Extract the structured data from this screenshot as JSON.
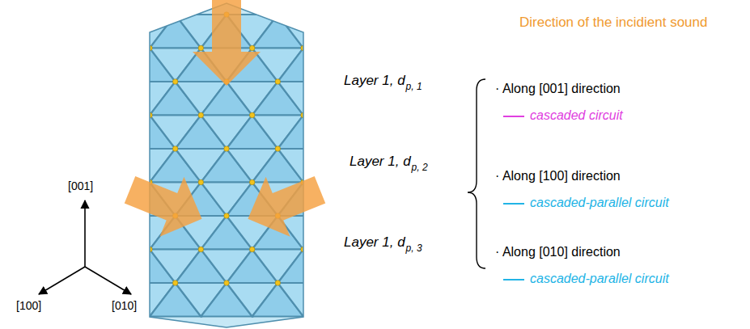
{
  "diagram": {
    "labels": [
      "Direction of the incidient sound",
      "Layer 1, d",
      "p, 1",
      "Layer 1, d",
      "p, 2",
      "Layer 1, d",
      "p, 3",
      "· Along [001] direction",
      "cascaded circuit",
      "· Along [100] direction",
      "cascaded-parallel circuit",
      "· Along [010] direction",
      "cascaded-parallel circuit",
      "[001]",
      "[100]",
      "[010]"
    ]
  }
}
